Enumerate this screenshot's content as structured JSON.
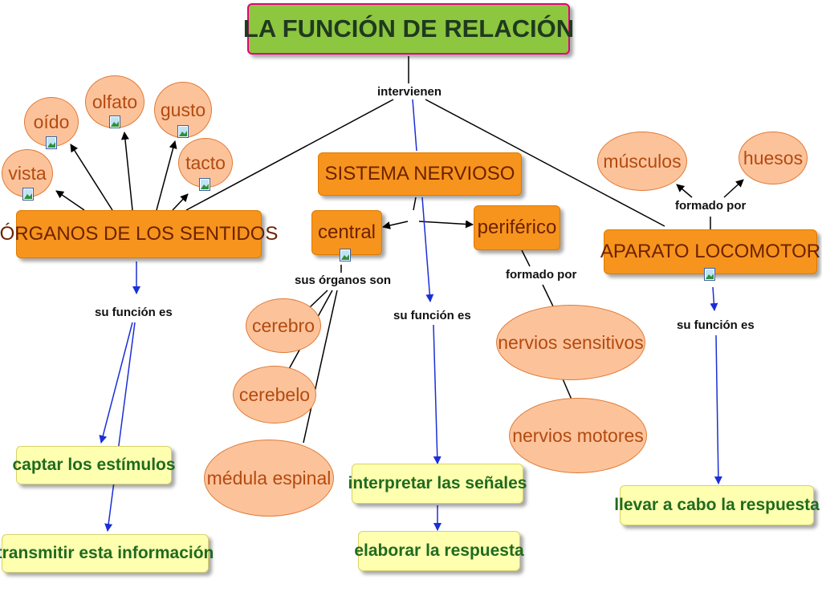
{
  "title": "LA FUNCIÓN DE RELACIÓN",
  "links": {
    "intervienen": "intervienen",
    "su_funcion_es_sentidos": "su función  es",
    "sus_organos_son": "sus órganos son",
    "su_funcion_es_nervioso": "su función es",
    "formado_por_periferico": "formado por",
    "formado_por_locomotor": "formado por",
    "su_funcion_es_locomotor": "su función es"
  },
  "senses": {
    "oido": "oído",
    "olfato": "olfato",
    "gusto": "gusto",
    "vista": "vista",
    "tacto": "tacto"
  },
  "nodes": {
    "organos_sentidos": "ÓRGANOS DE LOS SENTIDOS",
    "sistema_nervioso": "SISTEMA NERVIOSO",
    "central": "central",
    "periferico": "periférico",
    "aparato_locomotor": "APARATO LOCOMOTOR",
    "musculos": "músculos",
    "huesos": "huesos",
    "cerebro": "cerebro",
    "cerebelo": "cerebelo",
    "medula": "médula espinal",
    "nervios_sensitivos": "nervios sensitivos",
    "nervios_motores": "nervios motores"
  },
  "functions": {
    "captar": "captar los estímulos",
    "transmitir": "transmitir esta información",
    "interpretar": "interpretar las señales",
    "elaborar": "elaborar la respuesta",
    "llevar": "llevar a cabo la respuesta"
  },
  "colors": {
    "title_bg": "#8dc63f",
    "box_bg": "#f7941d",
    "oval_bg": "#fcc39b",
    "function_bg": "#ffffb0",
    "blue_arrow": "#1a2fd6"
  }
}
